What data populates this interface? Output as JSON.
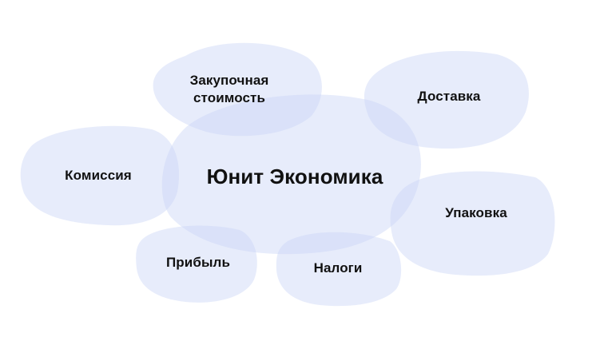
{
  "diagram": {
    "type": "concept-bubble-map",
    "colors": {
      "background": "#ffffff",
      "blob_fill": "#c9d5f6",
      "text": "#111111"
    },
    "center": {
      "label": "Юнит Экономика"
    },
    "nodes": [
      {
        "id": "purchase_cost",
        "label": "Закупочная\nстоимость"
      },
      {
        "id": "delivery",
        "label": "Доставка"
      },
      {
        "id": "commission",
        "label": "Комиссия"
      },
      {
        "id": "packaging",
        "label": "Упаковка"
      },
      {
        "id": "profit",
        "label": "Прибыль"
      },
      {
        "id": "taxes",
        "label": "Налоги"
      }
    ]
  }
}
